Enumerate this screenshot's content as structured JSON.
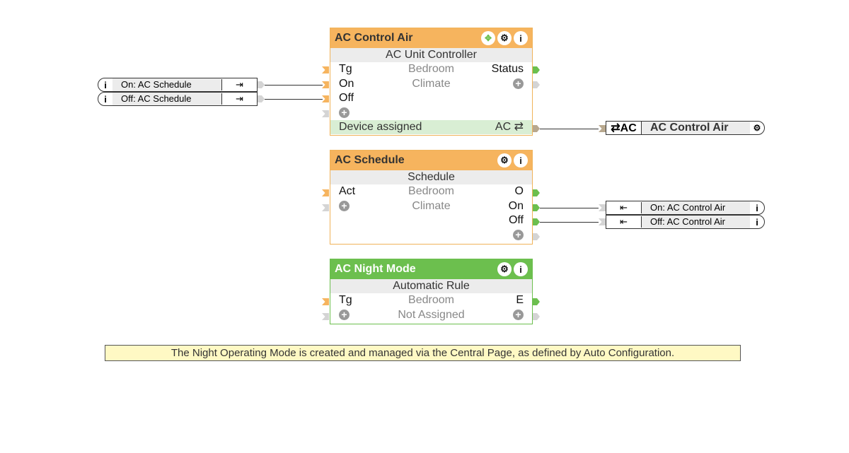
{
  "blocks": [
    {
      "title": "AC Control Air",
      "subtitle": "AC Unit Controller",
      "room": "Bedroom",
      "category": "Climate",
      "inputs": [
        "Tg",
        "On",
        "Off"
      ],
      "outputs": [
        "Status"
      ],
      "device_label": "Device assigned",
      "device_value": "AC"
    },
    {
      "title": "AC Schedule",
      "subtitle": "Schedule",
      "room": "Bedroom",
      "category": "Climate",
      "inputs": [
        "Act"
      ],
      "outputs": [
        "O",
        "On",
        "Off"
      ]
    },
    {
      "title": "AC Night Mode",
      "subtitle": "Automatic Rule",
      "room": "Bedroom",
      "category": "Not Assigned",
      "inputs": [
        "Tg"
      ],
      "outputs": [
        "E"
      ]
    }
  ],
  "input_refs": [
    "On: AC Schedule",
    "Off: AC Schedule"
  ],
  "output_refs": [
    "On: AC Control Air",
    "Off: AC Control Air"
  ],
  "device_ref": {
    "prefix": "AC",
    "label": "AC Control Air"
  },
  "note": "The Night Operating Mode is created and managed via the Central Page, as defined by Auto Configuration.",
  "colors": {
    "orange": "#f6b45e",
    "green": "#6cbf4e",
    "device_bg": "#d9eed4",
    "note_bg": "#fff9c4"
  }
}
